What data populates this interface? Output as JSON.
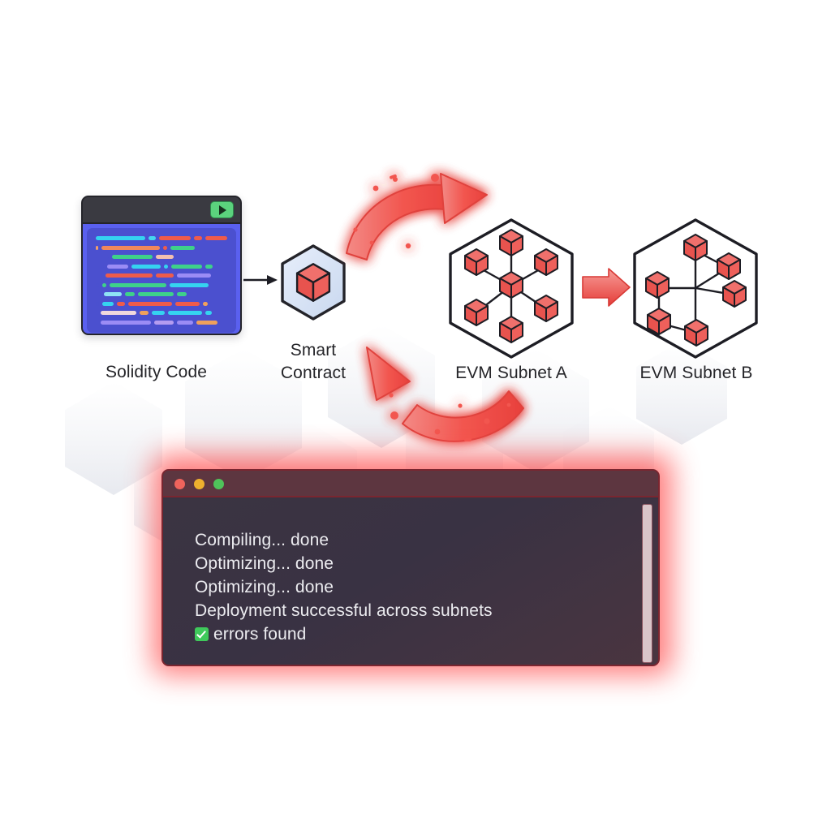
{
  "diagram": {
    "title": "Solidity smart contract deployment across EVM subnets",
    "background_color": "#ffffff",
    "accent_color": "#f0564f",
    "stages": [
      {
        "id": "solidity-code",
        "label": "Solidity Code",
        "icon": "code-editor-window-icon"
      },
      {
        "id": "smart-contract",
        "label": "Smart\nContract",
        "icon": "hexagon-cube-icon"
      },
      {
        "id": "evm-subnet-a",
        "label": "EVM Subnet A",
        "icon": "hexagon-network-icon"
      },
      {
        "id": "evm-subnet-b",
        "label": "EVM Subnet B",
        "icon": "hexagon-network-icon"
      }
    ],
    "connectors": [
      {
        "id": "code-to-contract",
        "icon": "thin-arrow-right-icon",
        "color": "#1d1d24"
      },
      {
        "id": "subnet-a-to-b",
        "icon": "block-arrow-right-icon",
        "color": "#ef4444"
      },
      {
        "id": "contract-to-subnet-top",
        "icon": "curved-arrow-up-right-icon",
        "color": "#f0564f"
      },
      {
        "id": "subnet-to-contract-bottom",
        "icon": "curved-arrow-up-left-icon",
        "color": "#f0564f"
      }
    ]
  },
  "editor": {
    "run_button_icon": "play-icon",
    "titlebar_color": "#3a3a41",
    "code_bg_color": "#4b50cf",
    "code_lines": [
      [
        {
          "w": 72,
          "c": "#35d3f0"
        },
        {
          "w": 10,
          "c": "#45d6ef"
        },
        {
          "w": 46,
          "c": "#ef5b4b"
        },
        {
          "w": 12,
          "c": "#ef5b4b"
        },
        {
          "w": 32,
          "c": "#ef5b4b"
        }
      ],
      [
        {
          "w": 3,
          "c": "#f0a06a"
        },
        {
          "w": 72,
          "c": "#f0885c"
        },
        {
          "w": 5,
          "c": "#ef5b4b"
        },
        {
          "w": 30,
          "c": "#3ed18a"
        }
      ],
      [
        {
          "w": 16,
          "c": "#4b50cf"
        },
        {
          "w": 50,
          "c": "#3ed18a"
        },
        {
          "w": 22,
          "c": "#f3c0b0"
        }
      ],
      [
        {
          "w": 10,
          "c": "#4b50cf"
        },
        {
          "w": 26,
          "c": "#9b8cf5"
        },
        {
          "w": 36,
          "c": "#35d3f0"
        },
        {
          "w": 5,
          "c": "#35d3f0"
        },
        {
          "w": 38,
          "c": "#3ed18a"
        },
        {
          "w": 9,
          "c": "#3ed18a"
        }
      ],
      [
        {
          "w": 8,
          "c": "#4b50cf"
        },
        {
          "w": 58,
          "c": "#ef5b4b"
        },
        {
          "w": 22,
          "c": "#ef5b4b"
        },
        {
          "w": 42,
          "c": "#9b8cf5"
        }
      ],
      [
        {
          "w": 4,
          "c": "#4b50cf"
        },
        {
          "w": 5,
          "c": "#3ed18a"
        },
        {
          "w": 70,
          "c": "#3ed18a"
        },
        {
          "w": 48,
          "c": "#35d3f0"
        }
      ],
      [
        {
          "w": 6,
          "c": "#4b50cf"
        },
        {
          "w": 22,
          "c": "#8fe3f5"
        },
        {
          "w": 12,
          "c": "#3ed18a"
        },
        {
          "w": 44,
          "c": "#3ed18a"
        },
        {
          "w": 12,
          "c": "#3ed18a"
        }
      ],
      [
        {
          "w": 4,
          "c": "#4b50cf"
        },
        {
          "w": 14,
          "c": "#35d3f0"
        },
        {
          "w": 10,
          "c": "#ef5b4b"
        },
        {
          "w": 54,
          "c": "#ef5b4b"
        },
        {
          "w": 30,
          "c": "#ef5b4b"
        },
        {
          "w": 6,
          "c": "#f0a05c"
        }
      ],
      [
        {
          "w": 2,
          "c": "#4b50cf"
        },
        {
          "w": 44,
          "c": "#f0d8dd"
        },
        {
          "w": 11,
          "c": "#f0a05c"
        },
        {
          "w": 16,
          "c": "#35d3f0"
        },
        {
          "w": 42,
          "c": "#35d3f0"
        },
        {
          "w": 8,
          "c": "#35d3f0"
        }
      ],
      [
        {
          "w": 2,
          "c": "#4b50cf"
        },
        {
          "w": 62,
          "c": "#9b8cf5"
        },
        {
          "w": 24,
          "c": "#b49cf0"
        },
        {
          "w": 20,
          "c": "#9b8cf5"
        },
        {
          "w": 26,
          "c": "#f0a05c"
        }
      ]
    ]
  },
  "terminal": {
    "window_controls": [
      "close",
      "minimize",
      "maximize"
    ],
    "control_colors": {
      "close": "#f0645c",
      "minimize": "#eeb02e",
      "maximize": "#4fc35a"
    },
    "glow_color": "#ff4b4b",
    "background_color": "#3a3342",
    "text_color": "#ececf0",
    "lines": [
      {
        "text": "Compiling... done",
        "icon": null
      },
      {
        "text": "Optimizing... done",
        "icon": null
      },
      {
        "text": "Optimizing... done",
        "icon": null
      },
      {
        "text": "Deployment successful across subnets",
        "icon": null
      },
      {
        "text": "errors found",
        "icon": "green-check-icon"
      }
    ],
    "has_scrollbar": true
  },
  "subnet_a": {
    "topology": "hub-and-spoke",
    "node_count": 7,
    "node_color": "#ef5b5b",
    "outline_color": "#1d1d24"
  },
  "subnet_b": {
    "topology": "mesh",
    "node_count": 6,
    "node_color": "#ef5b5b",
    "outline_color": "#1d1d24"
  }
}
